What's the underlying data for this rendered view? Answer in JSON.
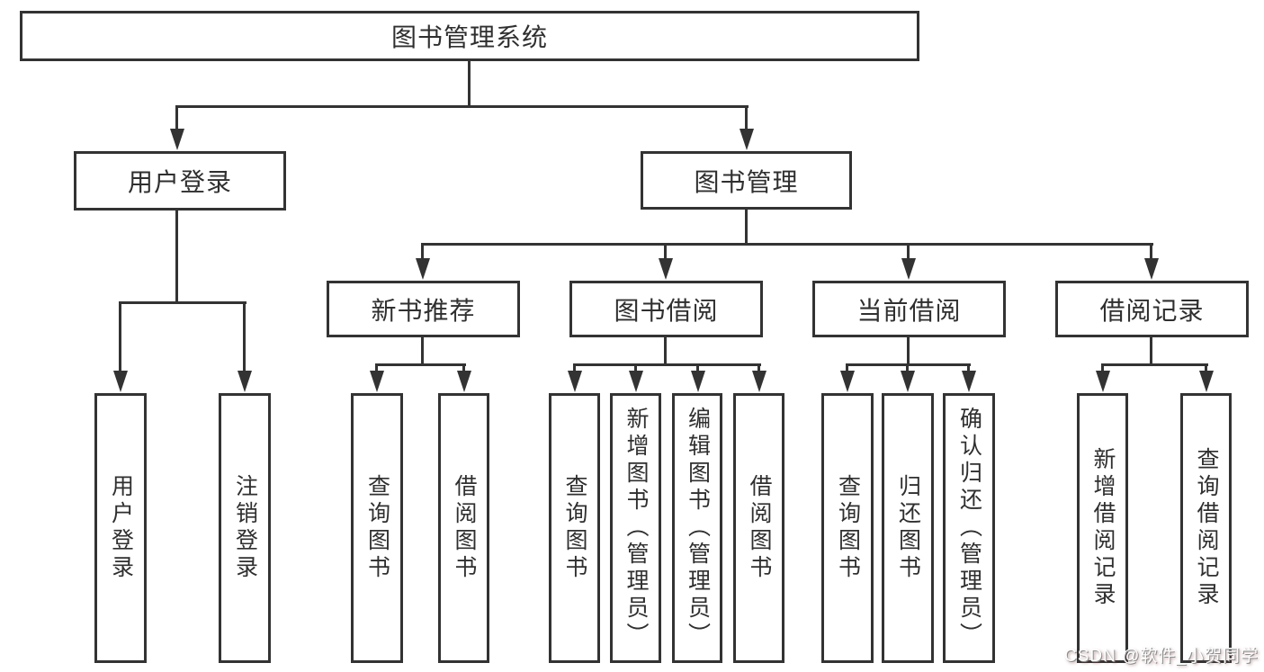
{
  "colors": {
    "background": "#ffffff",
    "line": "#333333",
    "box_border": "#333333",
    "text": "#2f2f2f",
    "watermark_text": "#fdfdfd",
    "watermark_shadow": "#8c8c8c"
  },
  "diagram": {
    "root": {
      "label": "图书管理系统"
    },
    "level2": {
      "user_login": {
        "label": "用户登录"
      },
      "book_management": {
        "label": "图书管理"
      }
    },
    "level3": {
      "new_book_recommend": {
        "label": "新书推荐"
      },
      "book_borrow": {
        "label": "图书借阅"
      },
      "current_borrow": {
        "label": "当前借阅"
      },
      "borrow_records": {
        "label": "借阅记录"
      }
    },
    "leaves": {
      "user_login": {
        "label": "用户登录"
      },
      "logout": {
        "label": "注销登录"
      },
      "nbr_query_books": {
        "label": "查询图书"
      },
      "nbr_borrow_books": {
        "label": "借阅图书"
      },
      "bb_query_books": {
        "label": "查询图书"
      },
      "bb_add_books": {
        "label": "新增图书（管理员）"
      },
      "bb_edit_books": {
        "label": "编辑图书（管理员）"
      },
      "bb_borrow_books": {
        "label": "借阅图书"
      },
      "cb_query_books": {
        "label": "查询图书"
      },
      "cb_return_books": {
        "label": "归还图书"
      },
      "cb_confirm_return": {
        "label": "确认归还（管理员）"
      },
      "br_add_record": {
        "label": "新增借阅记录"
      },
      "br_query_record": {
        "label": "查询借阅记录"
      }
    }
  },
  "watermark": {
    "text": "CSDN @软件_小贺同学"
  }
}
